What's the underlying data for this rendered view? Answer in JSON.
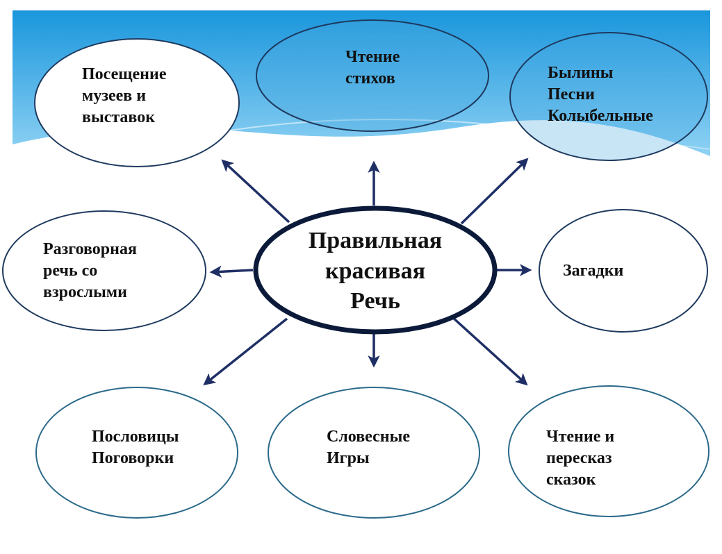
{
  "colors": {
    "sky_top": "#1a96dc",
    "sky_bottom": "#8fd2f4",
    "arrow": "#1f2f66",
    "center_border": "#0c1a3a",
    "node_border_top": "#1e3a5f",
    "node_border_bottom": "#2b6a8a",
    "node_fill_sky": "#4aaae0"
  },
  "center": {
    "label": "Правильная\nкрасивая\nРечь"
  },
  "nodes": [
    {
      "id": "museums",
      "label": "Посещение\nмузеев и\nвыставок"
    },
    {
      "id": "poems",
      "label": "Чтение\nстихов"
    },
    {
      "id": "epics",
      "label": "Былины\nПесни\nКолыбельные"
    },
    {
      "id": "conversation",
      "label": "Разговорная\nречь со\nвзрослыми"
    },
    {
      "id": "riddles",
      "label": "Загадки"
    },
    {
      "id": "proverbs",
      "label": "Пословицы\nПоговорки"
    },
    {
      "id": "word-games",
      "label": "Словесные\nИгры"
    },
    {
      "id": "tales",
      "label": "Чтение и\nпересказ\nсказок"
    }
  ]
}
